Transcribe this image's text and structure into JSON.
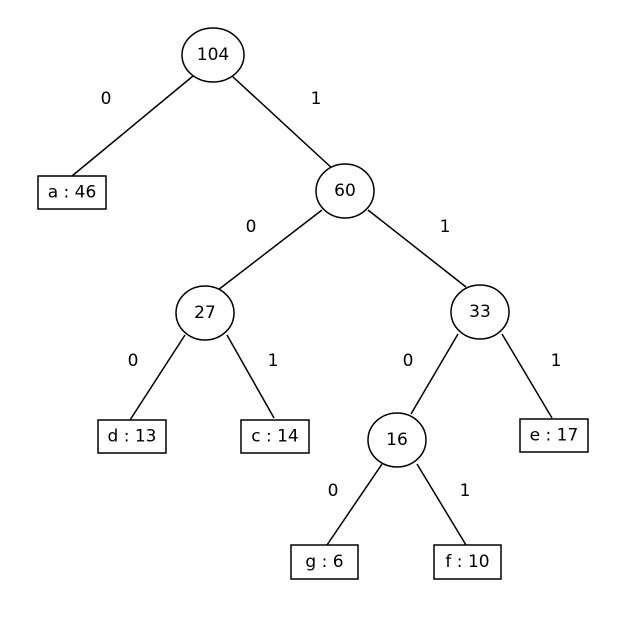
{
  "tree": {
    "internal_nodes": [
      {
        "id": "n104",
        "label": "104"
      },
      {
        "id": "n60",
        "label": "60"
      },
      {
        "id": "n27",
        "label": "27"
      },
      {
        "id": "n33",
        "label": "33"
      },
      {
        "id": "n16",
        "label": "16"
      }
    ],
    "leaves": [
      {
        "id": "a",
        "label": "a : 46"
      },
      {
        "id": "d",
        "label": "d : 13"
      },
      {
        "id": "c",
        "label": "c : 14"
      },
      {
        "id": "e",
        "label": "e : 17"
      },
      {
        "id": "g",
        "label": "g : 6"
      },
      {
        "id": "f",
        "label": "f : 10"
      }
    ],
    "edges": [
      {
        "from": "n104",
        "to": "a",
        "bit": "0"
      },
      {
        "from": "n104",
        "to": "n60",
        "bit": "1"
      },
      {
        "from": "n60",
        "to": "n27",
        "bit": "0"
      },
      {
        "from": "n60",
        "to": "n33",
        "bit": "1"
      },
      {
        "from": "n27",
        "to": "d",
        "bit": "0"
      },
      {
        "from": "n27",
        "to": "c",
        "bit": "1"
      },
      {
        "from": "n33",
        "to": "n16",
        "bit": "0"
      },
      {
        "from": "n33",
        "to": "e",
        "bit": "1"
      },
      {
        "from": "n16",
        "to": "g",
        "bit": "0"
      },
      {
        "from": "n16",
        "to": "f",
        "bit": "1"
      }
    ]
  }
}
